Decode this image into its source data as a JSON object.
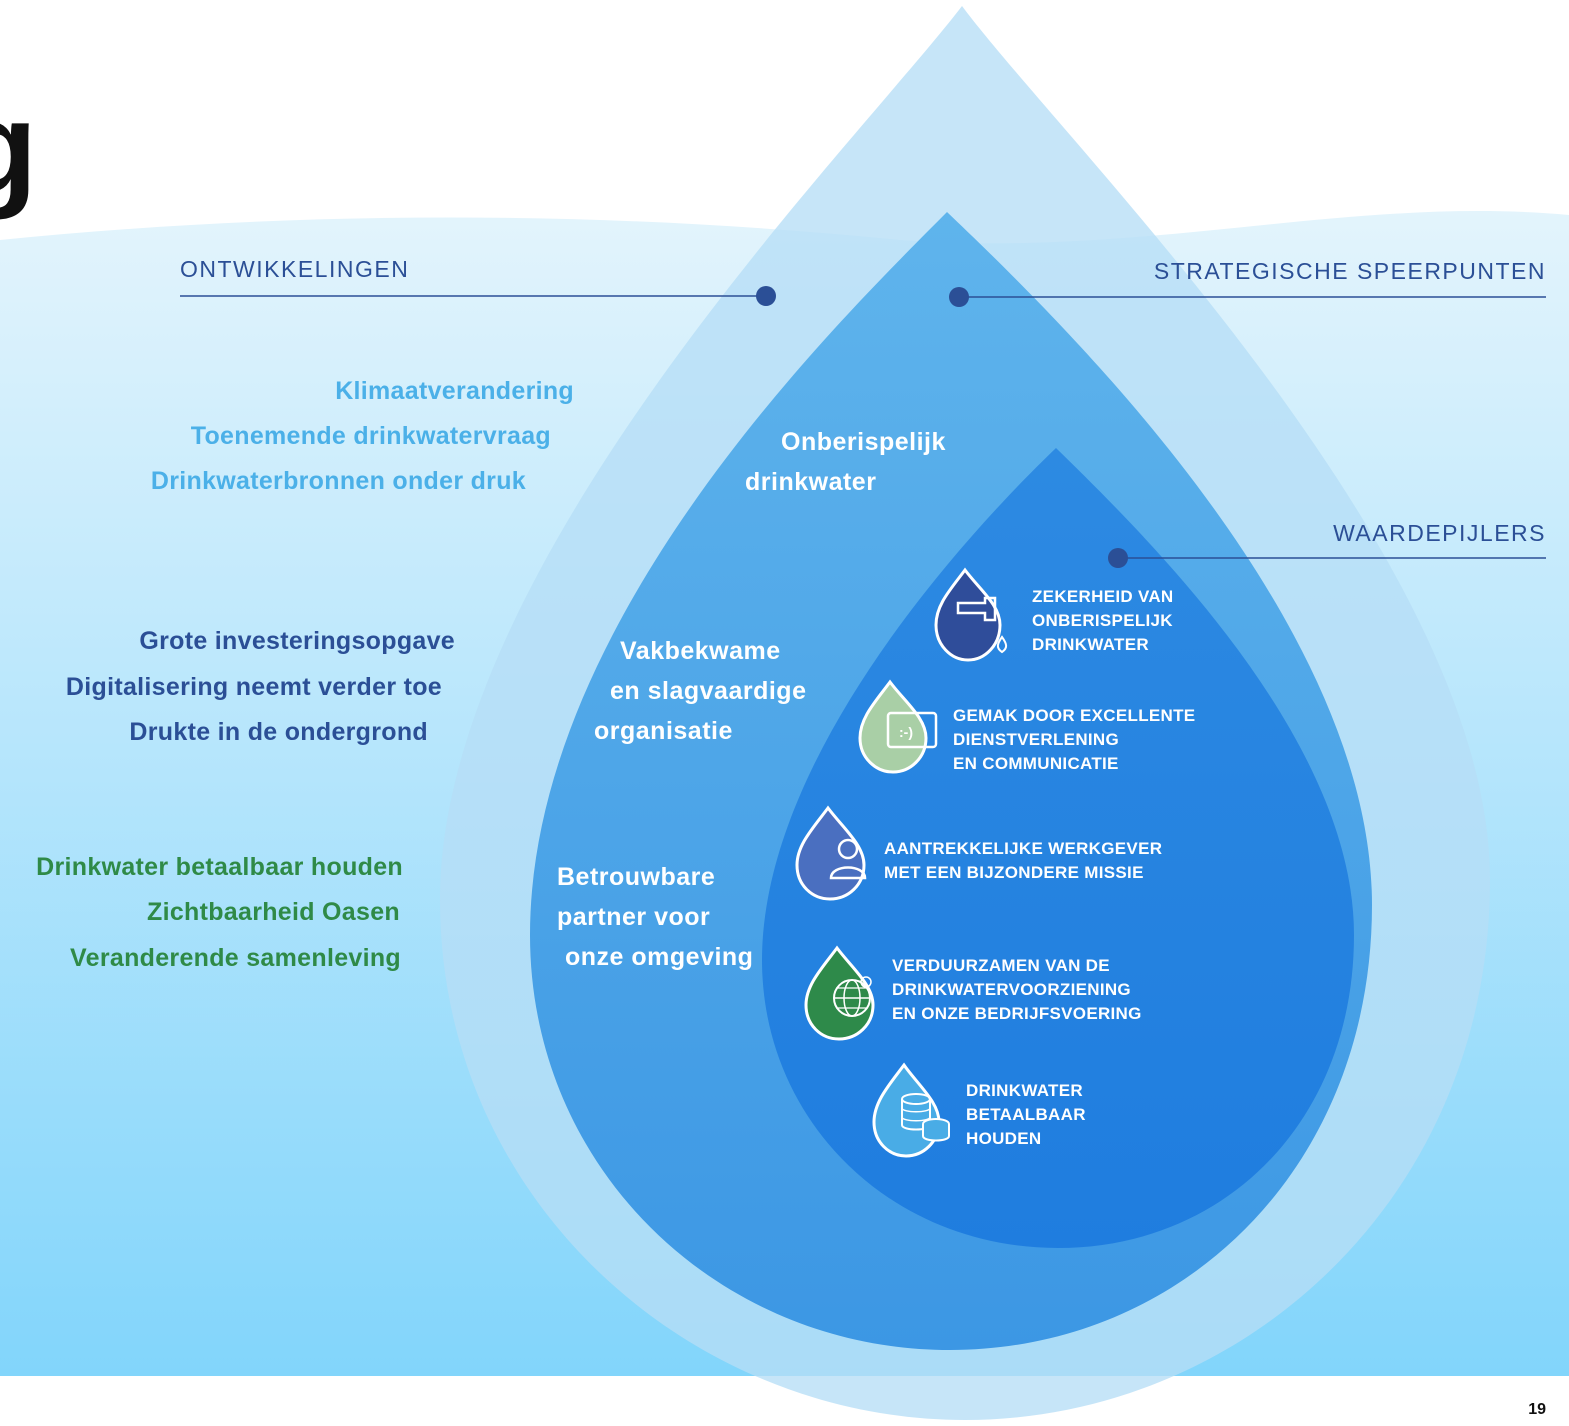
{
  "partial_title_glyph": "g",
  "headings": {
    "ontwikkelingen": "ONTWIKKELINGEN",
    "strategische_speerpunten": "STRATEGISCHE SPEERPUNTEN",
    "waardepijlers": "WAARDEPIJLERS"
  },
  "ontwikkelingen": [
    {
      "text": "Klimaatverandering",
      "color": "#4bb0e8"
    },
    {
      "text": "Toenemende drinkwatervraag",
      "color": "#4bb0e8"
    },
    {
      "text": "Drinkwaterbronnen onder druk",
      "color": "#4bb0e8"
    },
    {
      "text": "Grote investeringsopgave",
      "color": "#2b4f96"
    },
    {
      "text": "Digitalisering neemt verder toe",
      "color": "#2b4f96"
    },
    {
      "text": "Drukte in de ondergrond",
      "color": "#2b4f96"
    },
    {
      "text": "Drinkwater betaalbaar houden",
      "color": "#2f8a47"
    },
    {
      "text": "Zichtbaarheid Oasen",
      "color": "#2f8a47"
    },
    {
      "text": "Veranderende samenleving",
      "color": "#2f8a47"
    }
  ],
  "speerpunten": [
    {
      "lines": [
        "Onberispelijk",
        "drinkwater"
      ]
    },
    {
      "lines": [
        "Vakbekwame",
        "en slagvaardige",
        "organisatie"
      ]
    },
    {
      "lines": [
        "Betrouwbare",
        "partner voor",
        "onze omgeving"
      ]
    }
  ],
  "waardepijlers": [
    {
      "icon": "tap-icon",
      "color": "#2f4d9a",
      "lines": [
        "ZEKERHEID VAN",
        "ONBERISPELIJK",
        "DRINKWATER"
      ]
    },
    {
      "icon": "chat-icon",
      "color": "#a9cfa6",
      "lines": [
        "GEMAK DOOR EXCELLENTE",
        "DIENSTVERLENING",
        "EN COMMUNICATIE"
      ]
    },
    {
      "icon": "person-icon",
      "color": "#4a6fc0",
      "lines": [
        "AANTREKKELIJKE WERKGEVER",
        "MET EEN BIJZONDERE MISSIE"
      ]
    },
    {
      "icon": "globe-icon",
      "color": "#2e8a4a",
      "lines": [
        "VERDUURZAMEN VAN DE",
        "DRINKWATERVOORZIENING",
        "EN ONZE BEDRIJFSVOERING"
      ]
    },
    {
      "icon": "coins-icon",
      "color": "#49ace6",
      "lines": [
        "DRINKWATER",
        "BETAALBAAR",
        "HOUDEN"
      ]
    }
  ],
  "page_number": "19",
  "colors": {
    "sky_top": "#e3f4fc",
    "sky_bottom": "#82d5fb",
    "drop_outer": "#b6def6",
    "drop_middle": "#56aae8",
    "drop_inner": "#2584e0",
    "line": "#2b4f96"
  }
}
